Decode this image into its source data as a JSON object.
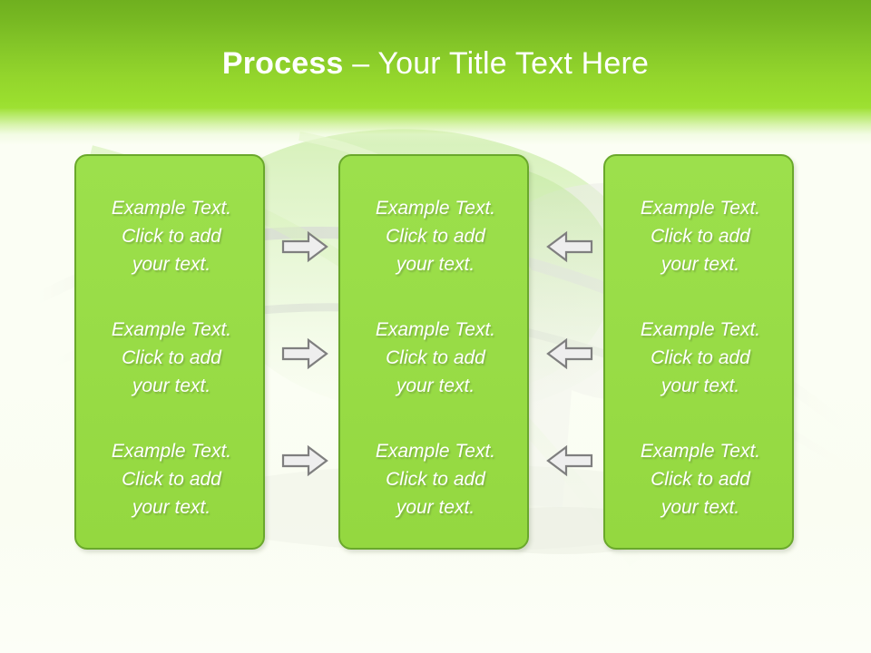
{
  "slide": {
    "title_strong": "Process",
    "title_rest": " – Your Title Text Here",
    "background_top_color": "#6fb01f",
    "background_bottom_color": "#fbfef5",
    "box_fill_color": "#9ade4a",
    "box_border_color": "#6aa82c",
    "arrow_fill_color": "#eeeeee",
    "arrow_border_color": "#7a7a7a",
    "title_color": "#ffffff"
  },
  "columns": [
    {
      "id": "column-1",
      "cells": [
        {
          "line1": "Example Text.",
          "line2": "Click  to add",
          "line3": "your text."
        },
        {
          "line1": "Example Text.",
          "line2": "Click  to add",
          "line3": "your text."
        },
        {
          "line1": "Example Text.",
          "line2": "Click  to add",
          "line3": "your text."
        }
      ]
    },
    {
      "id": "column-2",
      "cells": [
        {
          "line1": "Example Text.",
          "line2": "Click  to add",
          "line3": "your text."
        },
        {
          "line1": "Example Text.",
          "line2": "Click  to add",
          "line3": "your text."
        },
        {
          "line1": "Example Text.",
          "line2": "Click  to add",
          "line3": "your text."
        }
      ]
    },
    {
      "id": "column-3",
      "cells": [
        {
          "line1": "Example Text.",
          "line2": "Click  to add",
          "line3": "your text."
        },
        {
          "line1": "Example Text.",
          "line2": "Click  to add",
          "line3": "your text."
        },
        {
          "line1": "Example Text.",
          "line2": "Click  to add",
          "line3": "your text."
        }
      ]
    }
  ],
  "arrows": {
    "gap1": [
      {
        "direction": "right"
      },
      {
        "direction": "right"
      },
      {
        "direction": "right"
      }
    ],
    "gap2": [
      {
        "direction": "left"
      },
      {
        "direction": "left"
      },
      {
        "direction": "left"
      }
    ]
  }
}
